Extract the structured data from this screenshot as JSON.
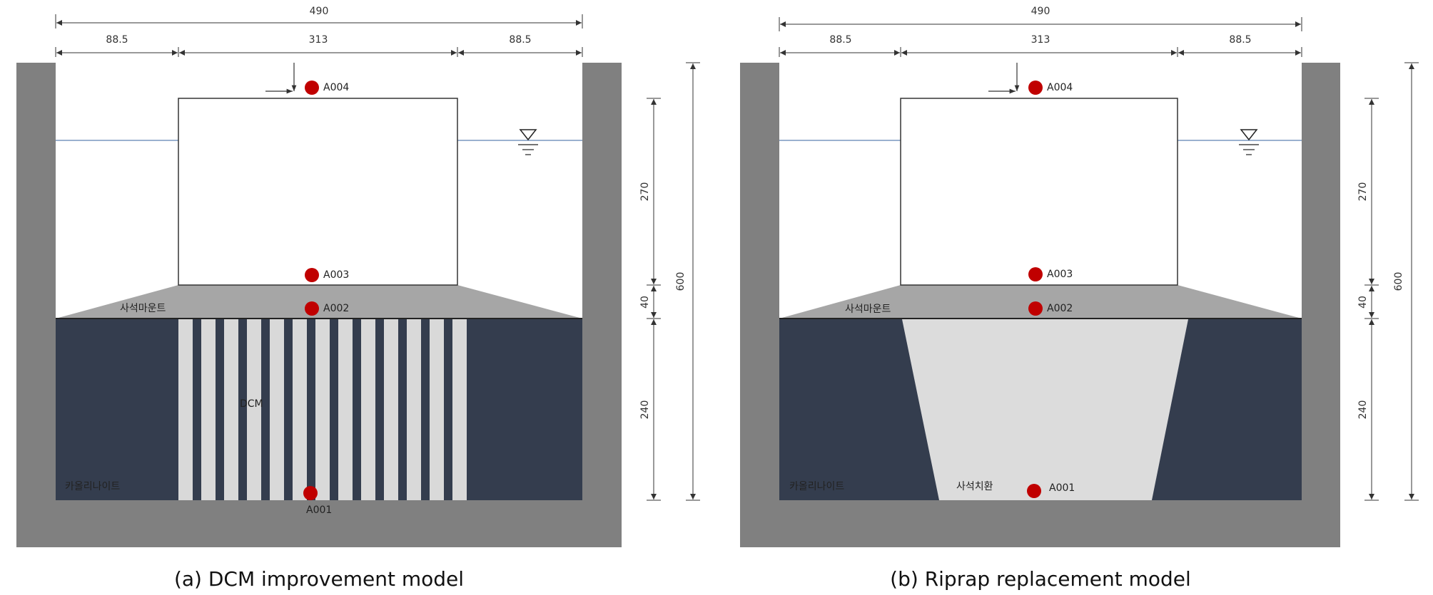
{
  "colors": {
    "wall": "#808080",
    "clay": "#343d4e",
    "mound": "#a6a6a6",
    "dcm_column": "#d9d9d9",
    "riprap": "#dcdcdc",
    "sensor": "#c00000",
    "water_line": "#9ab1cf",
    "caisson_fill": "#ffffff"
  },
  "icons": {
    "water_level": "water-level-triangle-icon",
    "load_arrow": "load-arrow-icon"
  },
  "panels": [
    {
      "caption": "(a) DCM improvement model",
      "dims": {
        "total_width": "490",
        "left_width": "88.5",
        "middle_width": "313",
        "right_width": "88.5",
        "caisson_height": "270",
        "mound_height": "40",
        "clay_height": "240",
        "total_height": "600"
      },
      "labels": {
        "mound": "사석마운트",
        "clay": "카올리나이트",
        "improvement": "DCM"
      },
      "sensors": [
        "A004",
        "A003",
        "A002",
        "A001"
      ],
      "dcm_columns": 13
    },
    {
      "caption": "(b) Riprap replacement model",
      "dims": {
        "total_width": "490",
        "left_width": "88.5",
        "middle_width": "313",
        "right_width": "88.5",
        "caisson_height": "270",
        "mound_height": "40",
        "clay_height": "240",
        "total_height": "600"
      },
      "labels": {
        "mound": "사석마운트",
        "clay": "카올리나이트",
        "improvement": "사석치환"
      },
      "sensors": [
        "A004",
        "A003",
        "A002",
        "A001"
      ]
    }
  ]
}
